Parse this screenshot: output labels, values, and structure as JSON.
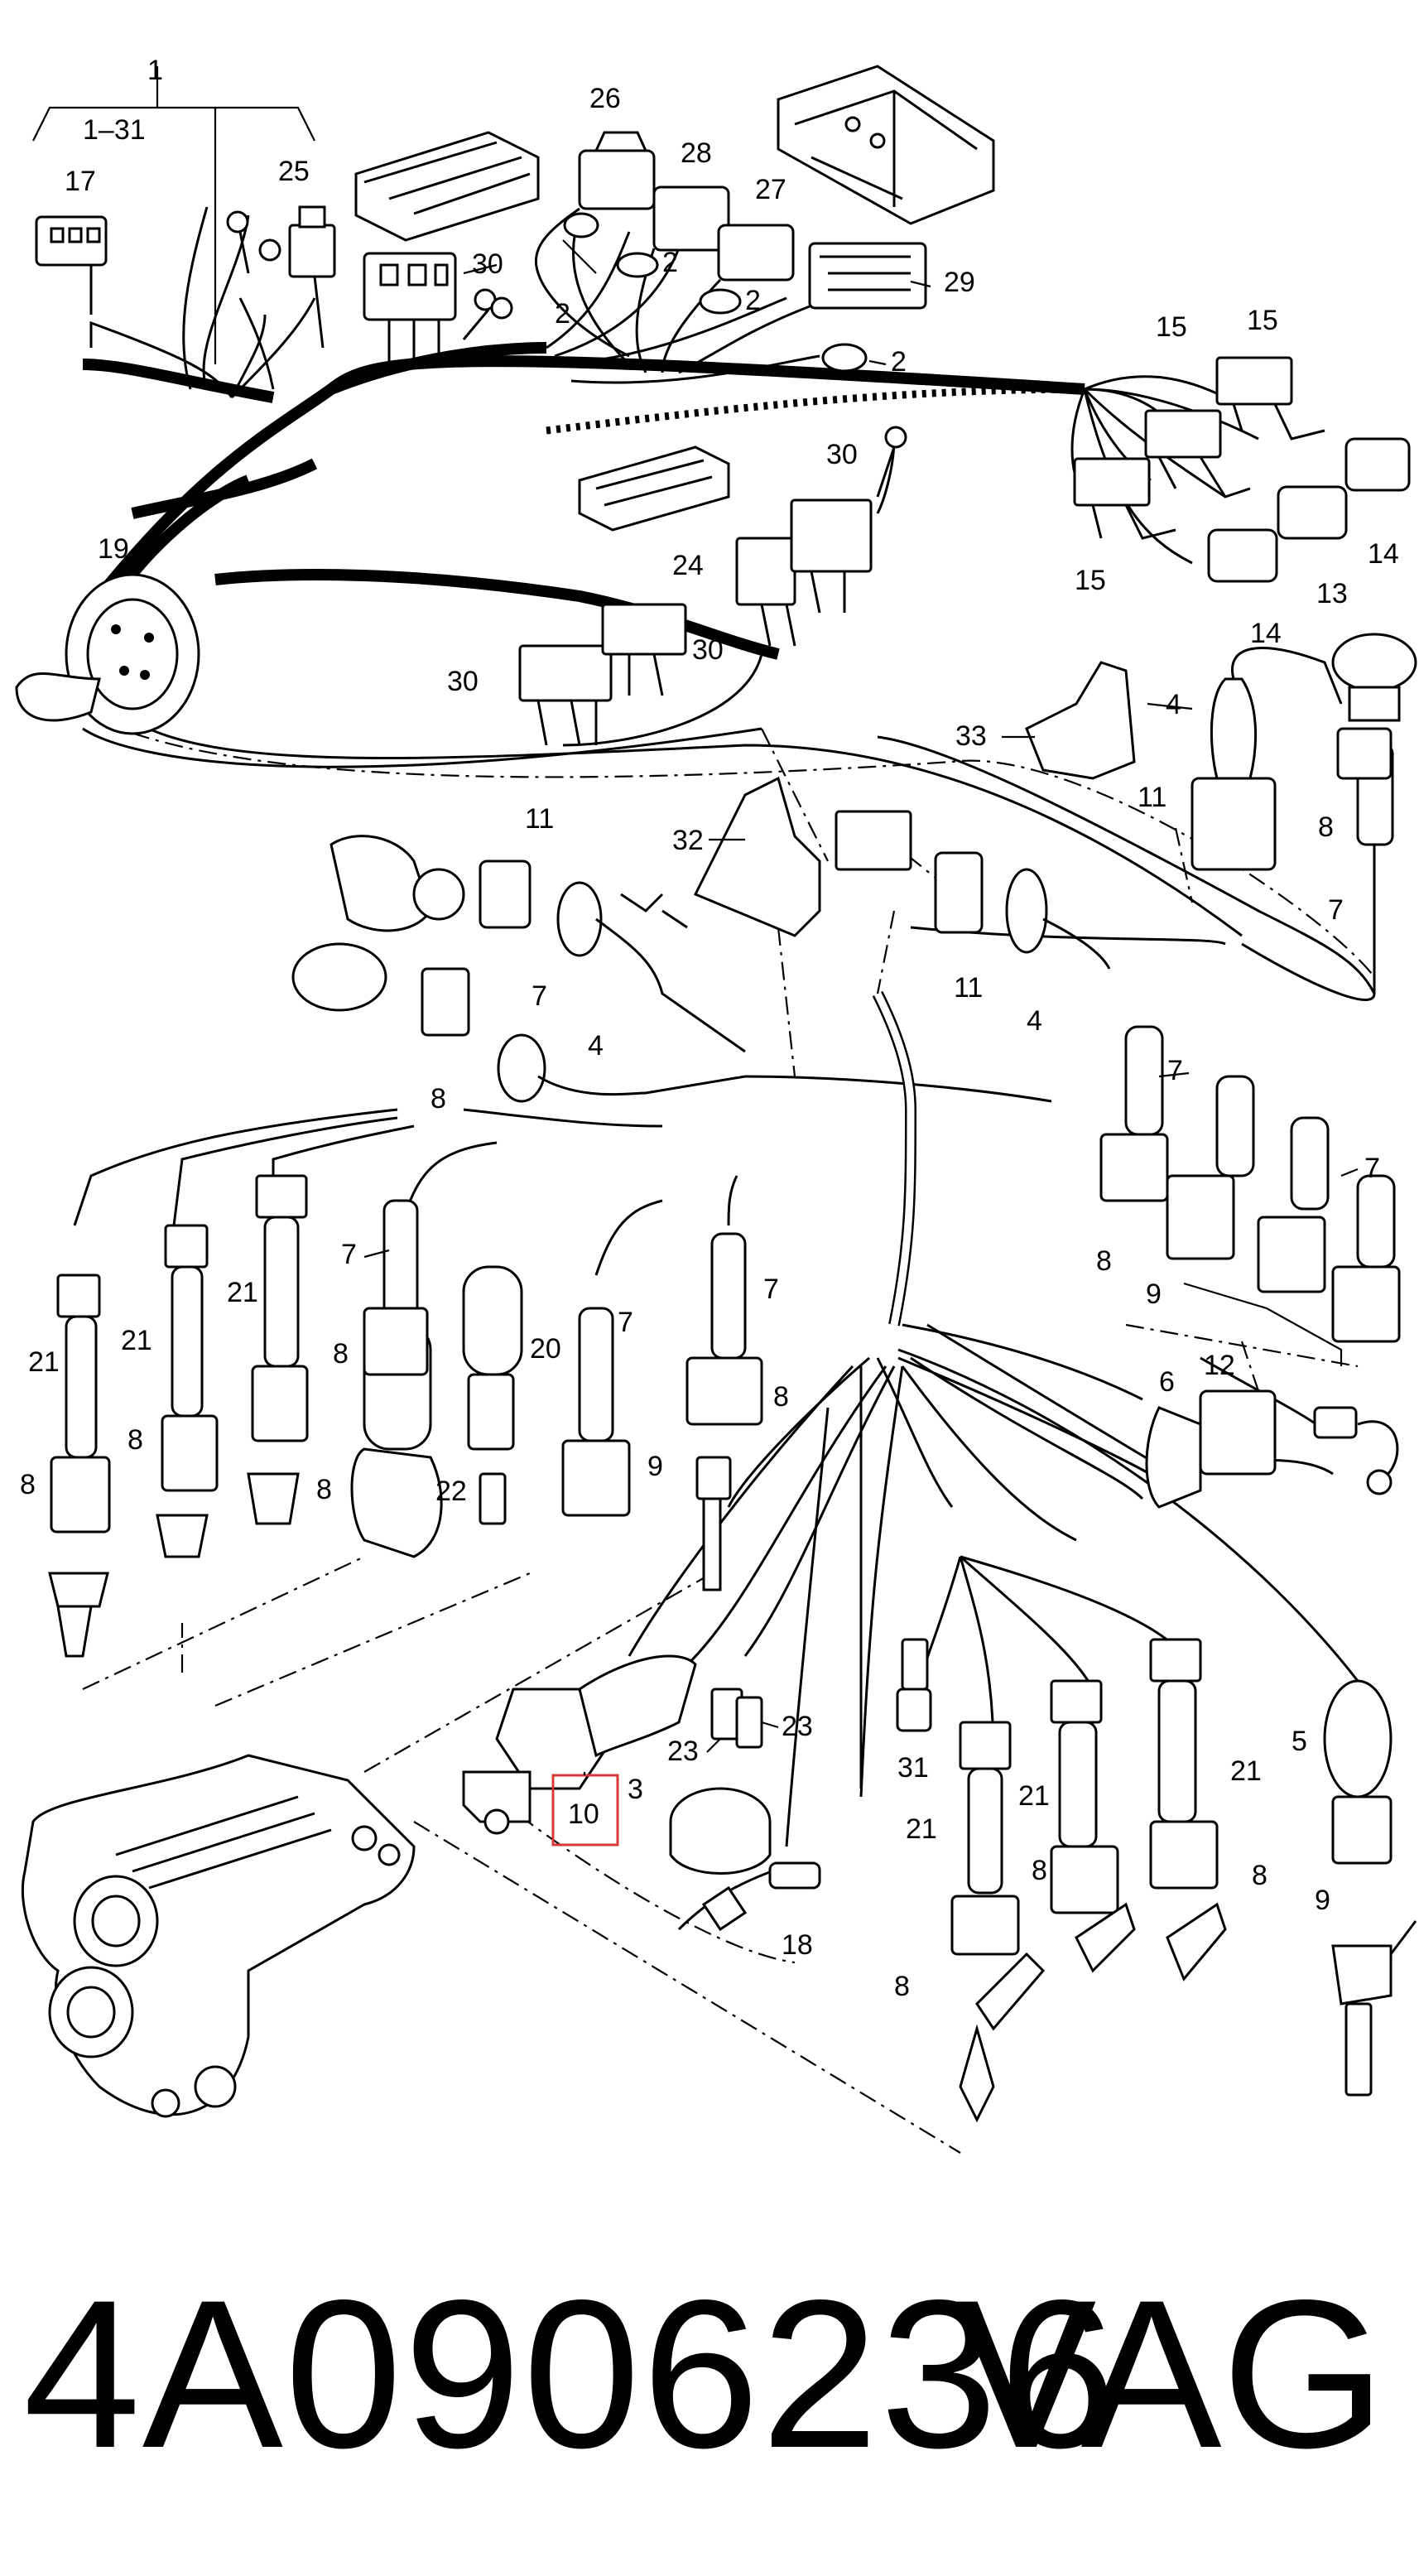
{
  "callouts": {
    "c1": "1",
    "c1_31": "1–31",
    "c17": "17",
    "c25": "25",
    "c26": "26",
    "c28": "28",
    "c27": "27",
    "c29": "29",
    "c30a": "30",
    "c2a": "2",
    "c2b": "2",
    "c2c": "2",
    "c2d": "2",
    "c19": "19",
    "c15a": "15",
    "c15b": "15",
    "c15c": "15",
    "c14a": "14",
    "c14b": "14",
    "c13": "13",
    "c30b": "30",
    "c24": "24",
    "c30c": "30",
    "c30d": "30",
    "c4a": "4",
    "c33": "33",
    "c11a": "11",
    "c8a": "8",
    "c7a": "7",
    "c32": "32",
    "c11b": "11",
    "c11c": "11",
    "c4b": "4",
    "c4c": "4",
    "c7b": "7",
    "c8b": "8",
    "c7c": "7",
    "c8c": "8",
    "c7d": "7",
    "c9a": "9",
    "c21a": "21",
    "c21b": "21",
    "c21c": "21",
    "c7e": "7",
    "c20": "20",
    "c7f": "7",
    "c7g": "7",
    "c8d": "8",
    "c8e": "8",
    "c8f": "8",
    "c8g": "8",
    "c8h": "8",
    "c22": "22",
    "c9b": "9",
    "c6": "6",
    "c12": "12",
    "c23a": "23",
    "c23b": "23",
    "c31": "31",
    "c5": "5",
    "c21d": "21",
    "c21e": "21",
    "c21f": "21",
    "c8i": "8",
    "c8j": "8",
    "c9c": "9",
    "c3": "3",
    "c10": "10",
    "c18": "18",
    "c8k": "8"
  },
  "highlight_color": "#d9383a",
  "footer": {
    "part_number": "4A0906236",
    "brand": "VAG"
  }
}
